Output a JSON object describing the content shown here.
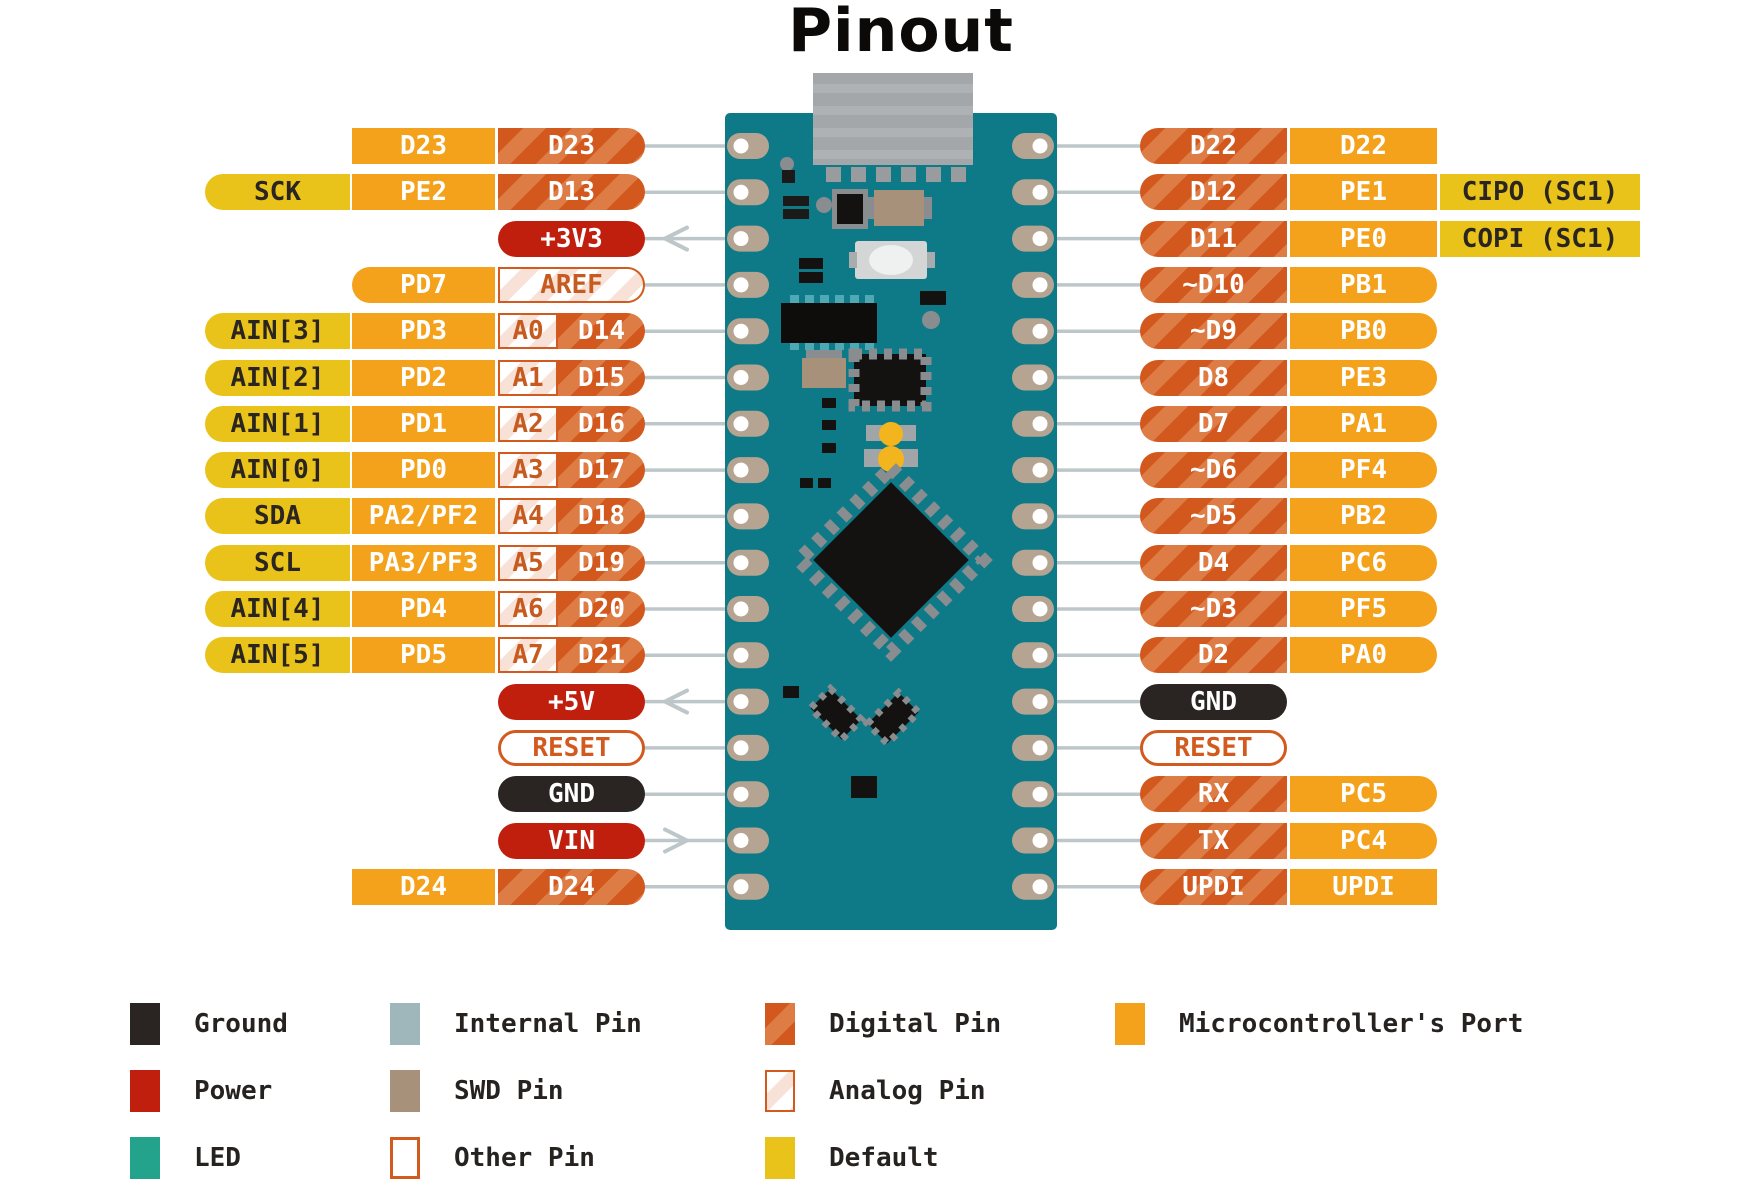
{
  "title": "Pinout",
  "colors": {
    "board_teal": "#0E7987",
    "default_yellow": "#E9C31A",
    "port_orange": "#F4A11C",
    "digital_orange": "#D2581D",
    "digital_stripe": "#DD7C45",
    "analog_stripe": "#F8E2D7",
    "analog_text": "#C75A1E",
    "power_red": "#C11F0E",
    "ground_dark": "#2A2522",
    "other_border": "#D35A1E",
    "led_teal": "#23A38C",
    "internal_gray": "#9FB6BB",
    "swd_tan": "#A8917B",
    "line_gray": "#BDC7C9",
    "pad_tan": "#B5A491",
    "usb_gray": "#A4A7A9",
    "gold": "#F3B51E",
    "title_color": "#0B0A09"
  },
  "left_pins": [
    {
      "signal": null,
      "port": "D23",
      "pins": [
        {
          "label": "D23",
          "kind": "digital"
        }
      ],
      "flat_outer": true
    },
    {
      "signal": "SCK",
      "port": "PE2",
      "pins": [
        {
          "label": "D13",
          "kind": "digital"
        }
      ]
    },
    {
      "signal": null,
      "port": null,
      "pins": [
        {
          "label": "+3V3",
          "kind": "power"
        }
      ],
      "arrow": "out"
    },
    {
      "signal": null,
      "port": "PD7",
      "pins": [
        {
          "label": "AREF",
          "kind": "analog"
        }
      ]
    },
    {
      "signal": "AIN[3]",
      "port": "PD3",
      "pins": [
        {
          "label": "A0",
          "kind": "analog"
        },
        {
          "label": "D14",
          "kind": "digital"
        }
      ]
    },
    {
      "signal": "AIN[2]",
      "port": "PD2",
      "pins": [
        {
          "label": "A1",
          "kind": "analog"
        },
        {
          "label": "D15",
          "kind": "digital"
        }
      ]
    },
    {
      "signal": "AIN[1]",
      "port": "PD1",
      "pins": [
        {
          "label": "A2",
          "kind": "analog"
        },
        {
          "label": "D16",
          "kind": "digital"
        }
      ]
    },
    {
      "signal": "AIN[0]",
      "port": "PD0",
      "pins": [
        {
          "label": "A3",
          "kind": "analog"
        },
        {
          "label": "D17",
          "kind": "digital"
        }
      ]
    },
    {
      "signal": "SDA",
      "port": "PA2/PF2",
      "pins": [
        {
          "label": "A4",
          "kind": "analog"
        },
        {
          "label": "D18",
          "kind": "digital"
        }
      ]
    },
    {
      "signal": "SCL",
      "port": "PA3/PF3",
      "pins": [
        {
          "label": "A5",
          "kind": "analog"
        },
        {
          "label": "D19",
          "kind": "digital"
        }
      ]
    },
    {
      "signal": "AIN[4]",
      "port": "PD4",
      "pins": [
        {
          "label": "A6",
          "kind": "analog"
        },
        {
          "label": "D20",
          "kind": "digital"
        }
      ]
    },
    {
      "signal": "AIN[5]",
      "port": "PD5",
      "pins": [
        {
          "label": "A7",
          "kind": "analog"
        },
        {
          "label": "D21",
          "kind": "digital"
        }
      ]
    },
    {
      "signal": null,
      "port": null,
      "pins": [
        {
          "label": "+5V",
          "kind": "power"
        }
      ],
      "arrow": "out"
    },
    {
      "signal": null,
      "port": null,
      "pins": [
        {
          "label": "RESET",
          "kind": "other",
          "overline": true
        }
      ]
    },
    {
      "signal": null,
      "port": null,
      "pins": [
        {
          "label": "GND",
          "kind": "ground"
        }
      ]
    },
    {
      "signal": null,
      "port": null,
      "pins": [
        {
          "label": "VIN",
          "kind": "power"
        }
      ],
      "arrow": "in"
    },
    {
      "signal": null,
      "port": "D24",
      "pins": [
        {
          "label": "D24",
          "kind": "digital"
        }
      ],
      "flat_outer": true
    }
  ],
  "right_pins": [
    {
      "pins": [
        {
          "label": "D22",
          "kind": "digital"
        }
      ],
      "port": "D22",
      "signal": null,
      "flat_outer": true
    },
    {
      "pins": [
        {
          "label": "D12",
          "kind": "digital"
        }
      ],
      "port": "PE1",
      "signal": "CIPO (SC1)",
      "flat_outer": true
    },
    {
      "pins": [
        {
          "label": "D11",
          "kind": "digital"
        }
      ],
      "port": "PE0",
      "signal": "COPI (SC1)",
      "flat_outer": true
    },
    {
      "pins": [
        {
          "label": "~D10",
          "kind": "digital"
        }
      ],
      "port": "PB1",
      "signal": null
    },
    {
      "pins": [
        {
          "label": "~D9",
          "kind": "digital"
        }
      ],
      "port": "PB0",
      "signal": null
    },
    {
      "pins": [
        {
          "label": "D8",
          "kind": "digital"
        }
      ],
      "port": "PE3",
      "signal": null
    },
    {
      "pins": [
        {
          "label": "D7",
          "kind": "digital"
        }
      ],
      "port": "PA1",
      "signal": null
    },
    {
      "pins": [
        {
          "label": "~D6",
          "kind": "digital"
        }
      ],
      "port": "PF4",
      "signal": null
    },
    {
      "pins": [
        {
          "label": "~D5",
          "kind": "digital"
        }
      ],
      "port": "PB2",
      "signal": null
    },
    {
      "pins": [
        {
          "label": "D4",
          "kind": "digital"
        }
      ],
      "port": "PC6",
      "signal": null
    },
    {
      "pins": [
        {
          "label": "~D3",
          "kind": "digital"
        }
      ],
      "port": "PF5",
      "signal": null
    },
    {
      "pins": [
        {
          "label": "D2",
          "kind": "digital"
        }
      ],
      "port": "PA0",
      "signal": null
    },
    {
      "pins": [
        {
          "label": "GND",
          "kind": "ground"
        }
      ]
    },
    {
      "pins": [
        {
          "label": "RESET",
          "kind": "other",
          "overline": true
        }
      ]
    },
    {
      "pins": [
        {
          "label": "RX",
          "kind": "digital"
        }
      ],
      "port": "PC5",
      "signal": null
    },
    {
      "pins": [
        {
          "label": "TX",
          "kind": "digital"
        }
      ],
      "port": "PC4",
      "signal": null
    },
    {
      "pins": [
        {
          "label": "UPDI",
          "kind": "digital"
        }
      ],
      "port": "UPDI",
      "signal": null,
      "flat_outer": true
    }
  ],
  "legend": {
    "columns": [
      [
        {
          "label": "Ground",
          "kind": "ground"
        },
        {
          "label": "Power",
          "kind": "power"
        },
        {
          "label": "LED",
          "kind": "led"
        }
      ],
      [
        {
          "label": "Internal Pin",
          "kind": "internal"
        },
        {
          "label": "SWD Pin",
          "kind": "swd"
        },
        {
          "label": "Other Pin",
          "kind": "other"
        }
      ],
      [
        {
          "label": "Digital Pin",
          "kind": "digital"
        },
        {
          "label": "Analog Pin",
          "kind": "analog"
        },
        {
          "label": "Default",
          "kind": "default"
        }
      ],
      [
        {
          "label": "Microcontroller's Port",
          "kind": "port"
        }
      ]
    ]
  }
}
